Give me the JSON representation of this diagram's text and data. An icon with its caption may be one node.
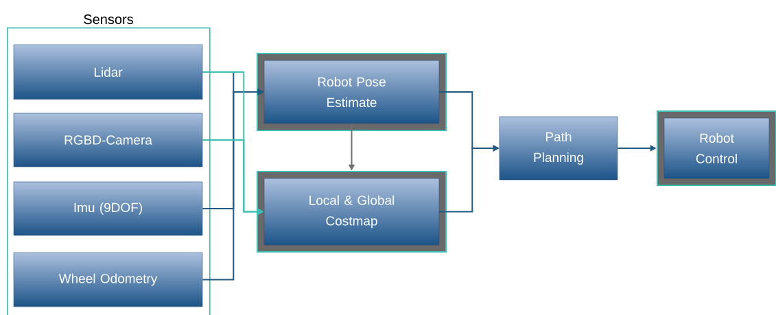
{
  "diagram": {
    "nodes": [
      {
        "text": [
          "Sensors"
        ]
      },
      {
        "text": [
          "Lidar"
        ],
        "in": 0
      },
      {
        "text": [
          "RGBD-Camera"
        ],
        "in": 0
      },
      {
        "text": [
          "Imu (9DOF)"
        ],
        "in": 0
      },
      {
        "text": [
          "Wheel Odometry"
        ],
        "in": 0
      },
      {
        "text": [
          "Robot Pose Estimate"
        ]
      },
      {
        "text": [
          "Local & Global Costmap"
        ]
      },
      {
        "text": [
          "Path Planning"
        ]
      },
      {
        "text": [
          "Robot Control"
        ]
      }
    ],
    "edges": [
      {
        "from": 1,
        "to": 5,
        "arrow": "to"
      },
      {
        "from": 3,
        "to": 5,
        "arrow": "to"
      },
      {
        "from": 4,
        "to": 5,
        "arrow": "to"
      },
      {
        "from": 1,
        "to": 6,
        "arrow": "to",
        "color": "#3dbdb3"
      },
      {
        "from": 2,
        "to": 6,
        "arrow": "to",
        "color": "#3dbdb3"
      },
      {
        "from": 5,
        "to": 6,
        "arrow": "to",
        "color": "#707070"
      },
      {
        "from": 5,
        "to": 7,
        "arrow": "to"
      },
      {
        "from": 6,
        "to": 7,
        "arrow": "to"
      },
      {
        "from": 7,
        "to": 8,
        "arrow": "to"
      }
    ]
  }
}
